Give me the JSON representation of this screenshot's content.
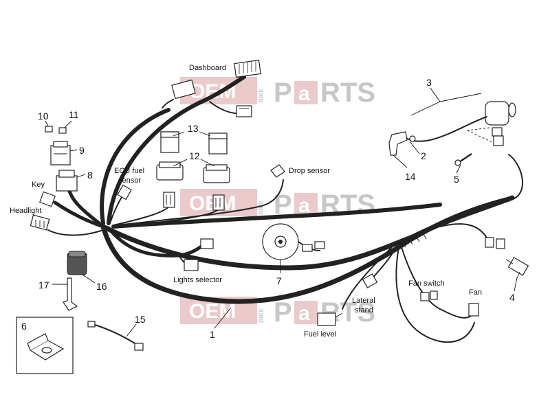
{
  "watermark": {
    "left": "OEM",
    "middle": "BIKE",
    "right_a": "P",
    "right_b": "a",
    "right_c": "RTS"
  },
  "labels": {
    "dashboard": "Dashboard",
    "ecu_fuel_sensor_1": "ECU fuel",
    "ecu_fuel_sensor_2": "sensor",
    "drop_sensor": "Drop sensor",
    "key": "Key",
    "headlight": "Headlight",
    "lights_selector": "Lights selector",
    "fan_switch": "Fan switch",
    "fan": "Fan",
    "lateral_stand_1": "Lateral",
    "lateral_stand_2": "stand",
    "fuel_level": "Fuel level"
  },
  "callouts": [
    "1",
    "2",
    "3",
    "4",
    "5",
    "6",
    "7",
    "8",
    "9",
    "10",
    "11",
    "12",
    "13",
    "14",
    "15",
    "16",
    "17"
  ],
  "colors": {
    "watermark_red": "#d9a0a0",
    "watermark_grey": "#9a9a9a",
    "line": "#222222"
  }
}
